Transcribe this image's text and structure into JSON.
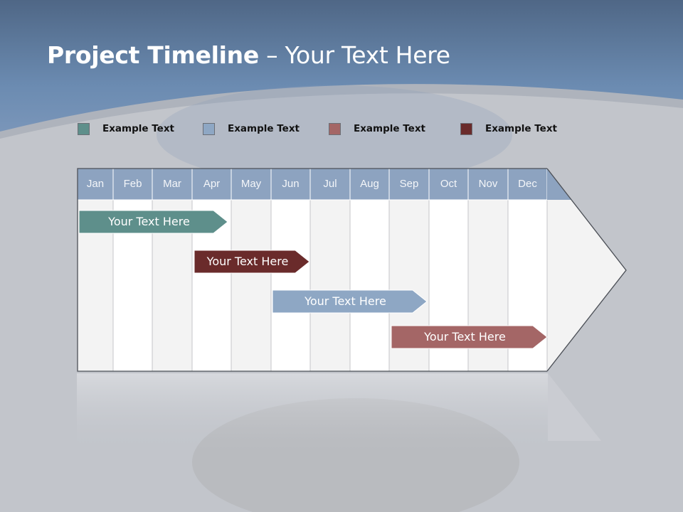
{
  "slide": {
    "title_bold": "Project Timeline",
    "title_rest": " – Your Text Here"
  },
  "legend": [
    {
      "label": "Example Text",
      "color": "#5e8f8b"
    },
    {
      "label": "Example Text",
      "color": "#8ea7c4"
    },
    {
      "label": "Example Text",
      "color": "#a46666"
    },
    {
      "label": "Example Text",
      "color": "#6a2b2b"
    }
  ],
  "timeline": {
    "months": [
      "Jan",
      "Feb",
      "Mar",
      "Apr",
      "May",
      "Jun",
      "Jul",
      "Aug",
      "Sep",
      "Oct",
      "Nov",
      "Dec"
    ],
    "tasks": [
      {
        "label": "Your  Text Here",
        "color": "#5e8f8b",
        "start_month": "Jan",
        "end_month": "Apr"
      },
      {
        "label": "Your  Text Here",
        "color": "#6a2b2b",
        "start_month": "Apr",
        "end_month": "Jun"
      },
      {
        "label": "Your  Text Here",
        "color": "#8ea7c4",
        "start_month": "Jun",
        "end_month": "Sep"
      },
      {
        "label": "Your  Text Here",
        "color": "#a46666",
        "start_month": "Sep",
        "end_month": "Dec"
      }
    ]
  },
  "colors": {
    "header_band": "#8da3c0",
    "banner": "#6f8fb5",
    "column_light": "#f3f3f3",
    "column_white": "#ffffff"
  }
}
